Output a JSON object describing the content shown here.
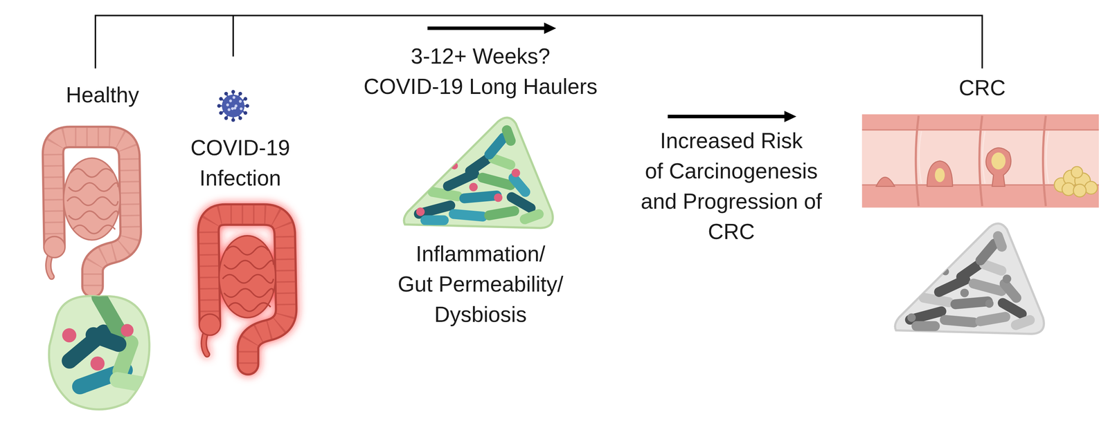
{
  "diagram": {
    "labels": [
      "Healthy",
      "COVID-19 Infection",
      "3-12+ Weeks? COVID-19 Long Haulers",
      "Inflammation/ Gut Permeability/ Dysbiosis",
      "Increased Risk of Carcinogenesis and Progression of CRC",
      "CRC"
    ]
  }
}
